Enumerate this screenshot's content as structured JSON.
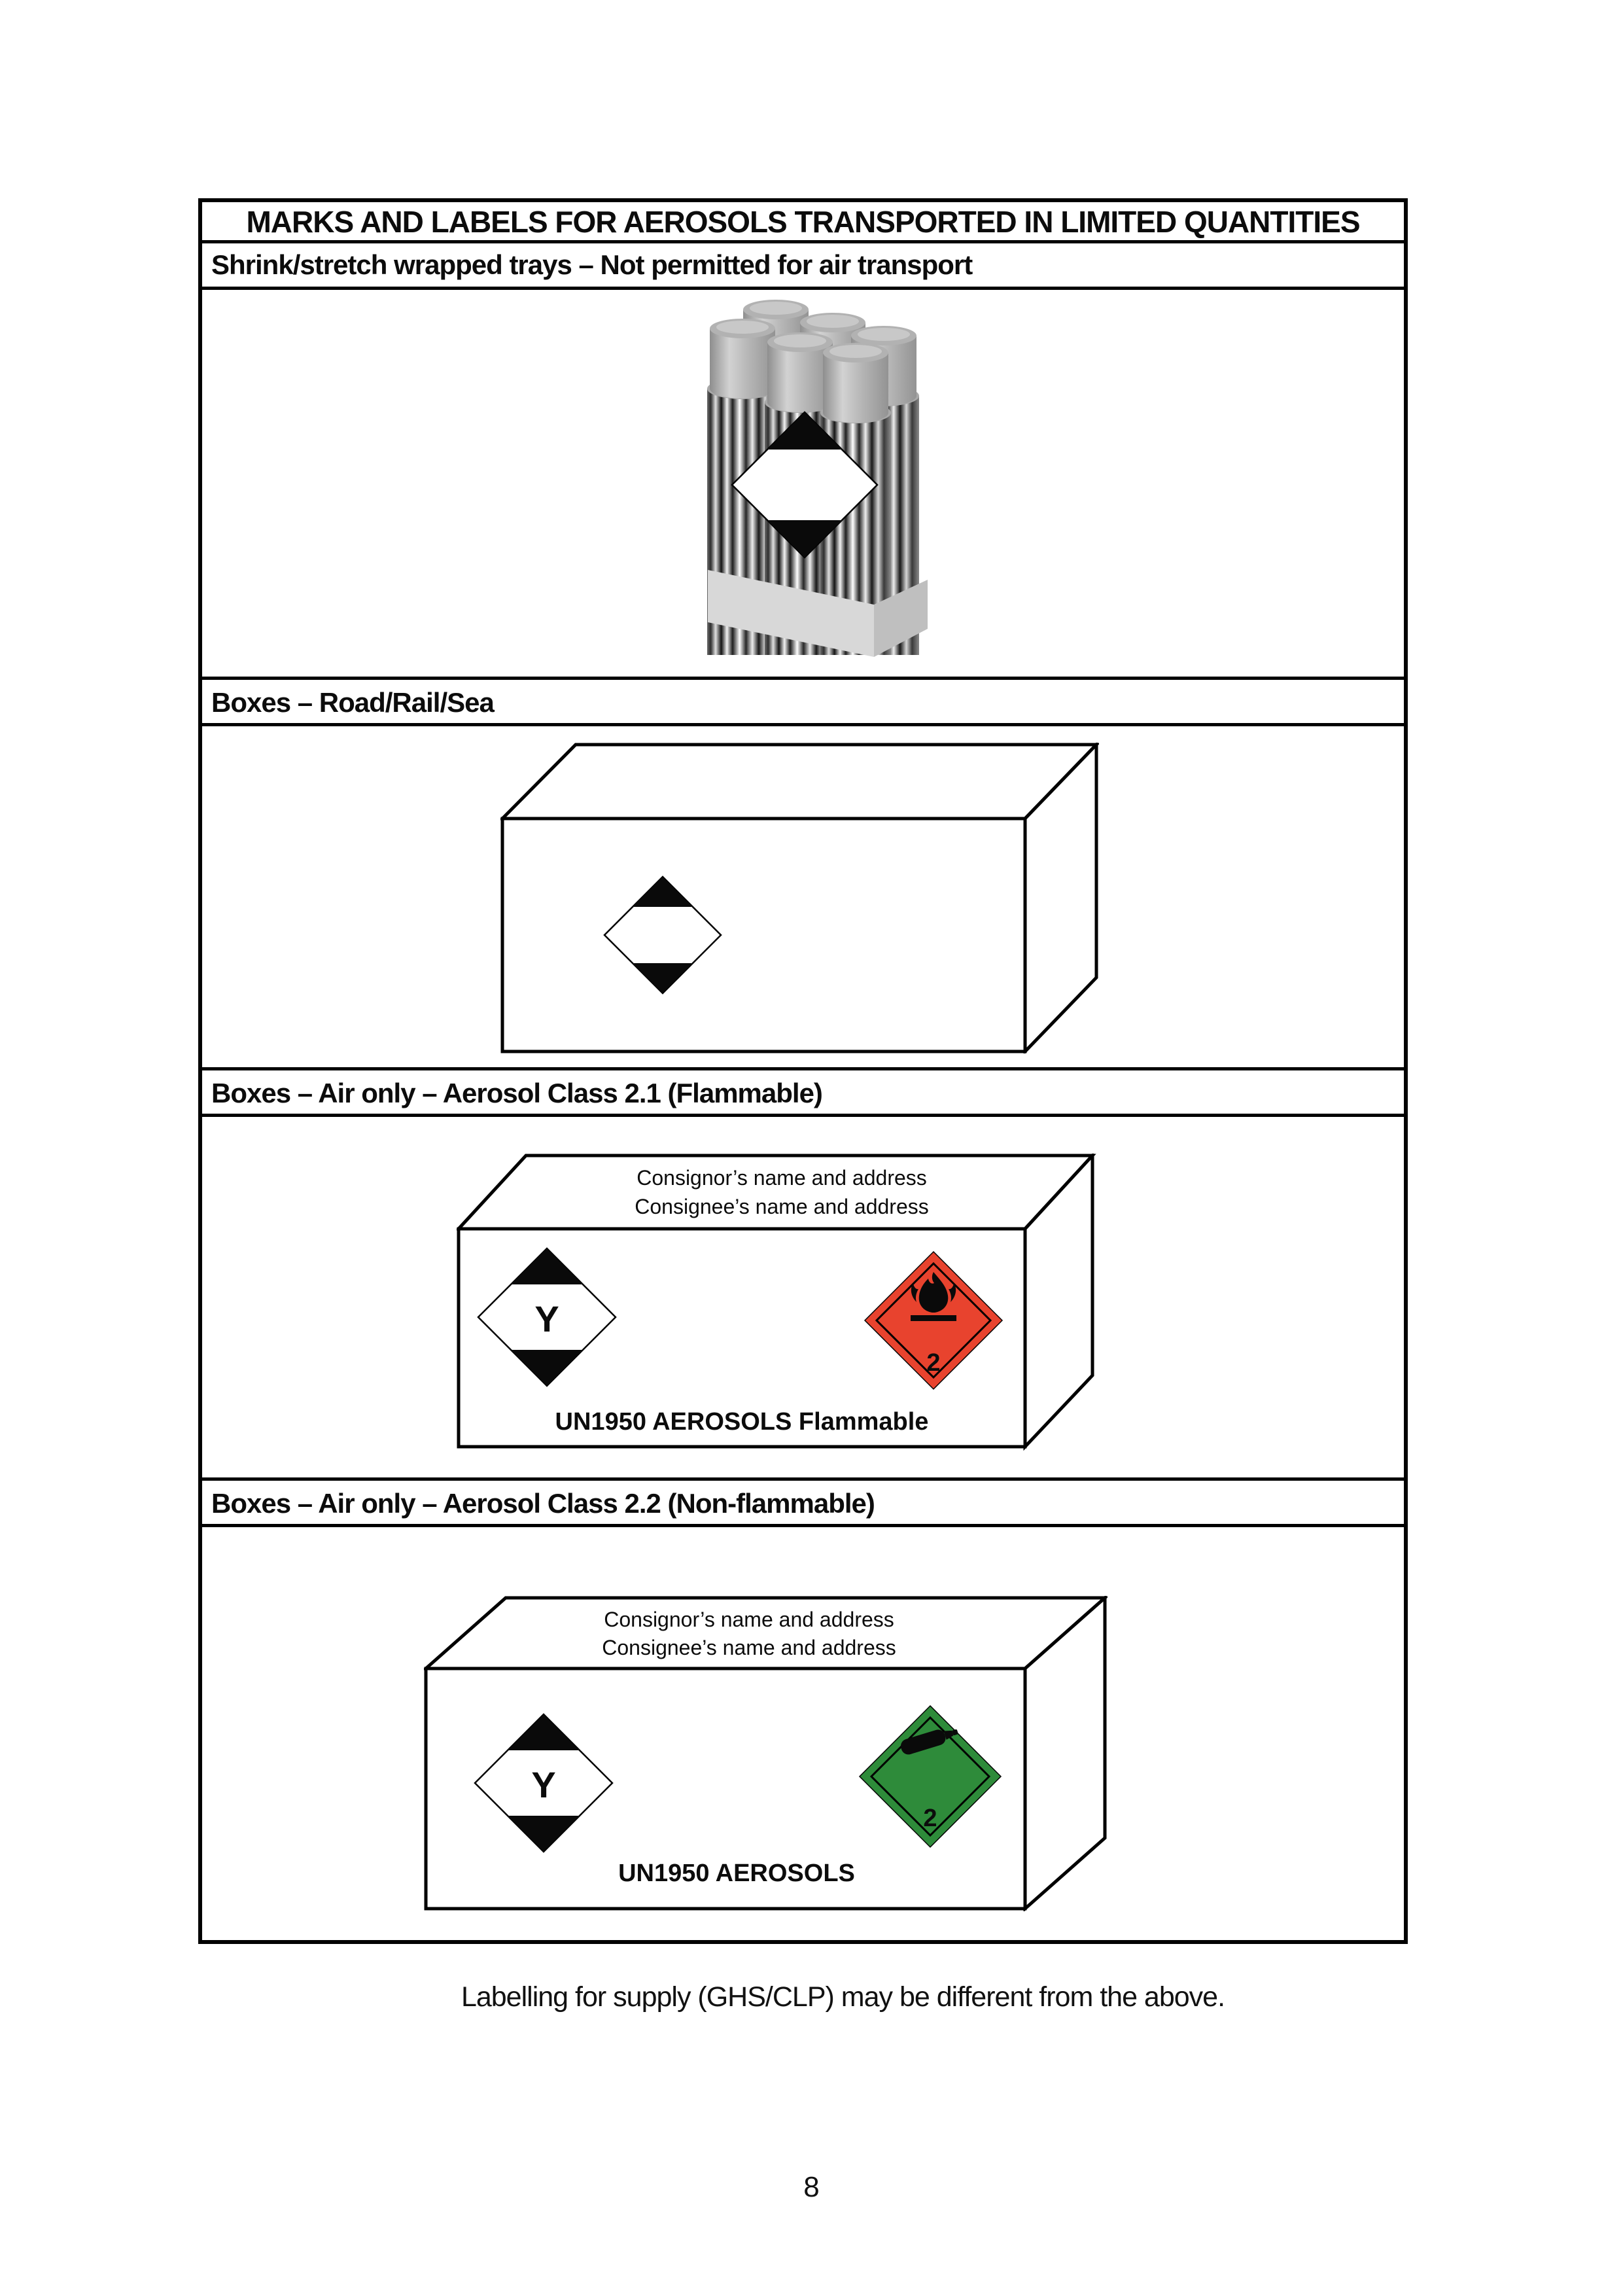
{
  "page": {
    "footer_note": "Labelling for supply (GHS/CLP) may be different from the above.",
    "page_number": "8"
  },
  "table": {
    "title": "MARKS AND LABELS FOR AEROSOLS TRANSPORTED IN LIMITED QUANTITIES",
    "sections": {
      "tray": {
        "header": "Shrink/stretch wrapped trays – Not permitted for air transport"
      },
      "road_rail_sea": {
        "header": "Boxes – Road/Rail/Sea"
      },
      "air_flammable": {
        "header": "Boxes – Air only – Aerosol Class 2.1 (Flammable)",
        "consignor_line": "Consignor’s name and address",
        "consignee_line": "Consignee’s name and address",
        "lq_letter": "Y",
        "class_number": "2",
        "un_text": "UN1950 AEROSOLS Flammable",
        "label_color": "#e8432e"
      },
      "air_non_flammable": {
        "header": "Boxes – Air only – Aerosol Class 2.2 (Non-flammable)",
        "consignor_line": "Consignor’s name and address",
        "consignee_line": "Consignee’s name and address",
        "lq_letter": "Y",
        "class_number": "2",
        "un_text": "UN1950 AEROSOLS",
        "label_color": "#2e8b3a"
      }
    }
  }
}
